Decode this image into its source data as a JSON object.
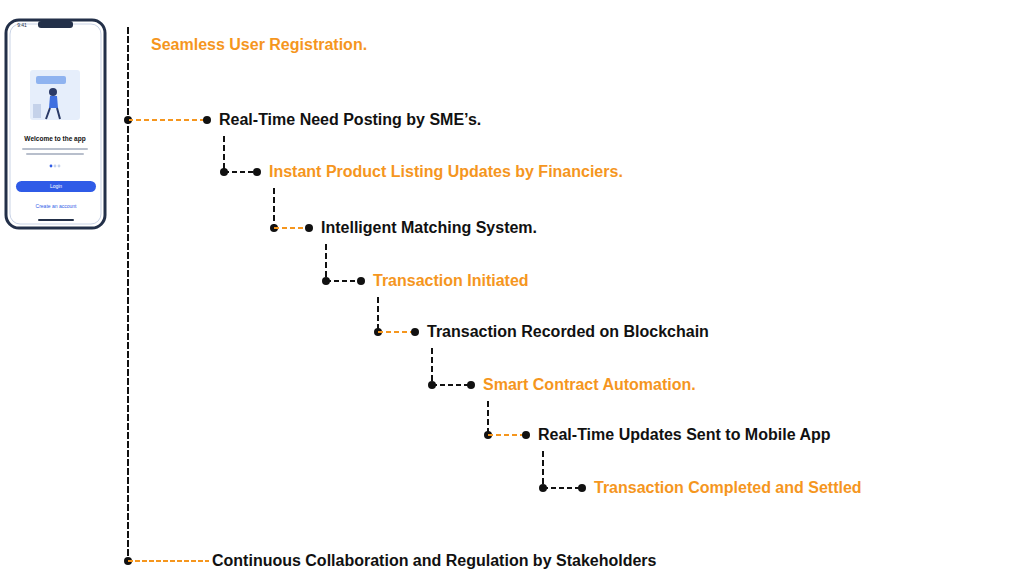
{
  "diagram": {
    "nodes": [
      {
        "text": [
          "Seamless User Registration."
        ]
      },
      {
        "text": [
          "Real-Time Need Posting by SME’s."
        ]
      },
      {
        "text": [
          "Instant Product Listing Updates by Financiers."
        ]
      },
      {
        "text": [
          "Intelligent Matching System."
        ]
      },
      {
        "text": [
          "Transaction Initiated"
        ]
      },
      {
        "text": [
          "Transaction Recorded on Blockchain"
        ]
      },
      {
        "text": [
          "Smart Contract Automation."
        ]
      },
      {
        "text": [
          "Real-Time Updates Sent to Mobile App"
        ]
      },
      {
        "text": [
          "Transaction Completed and Settled"
        ]
      },
      {
        "text": [
          "Continuous Collaboration and Regulation by Stakeholders"
        ]
      }
    ],
    "edges": [
      {
        "from": 0,
        "to": 1,
        "arrow": "none"
      },
      {
        "from": 1,
        "to": 2,
        "arrow": "none"
      },
      {
        "from": 2,
        "to": 3,
        "arrow": "none"
      },
      {
        "from": 3,
        "to": 4,
        "arrow": "none"
      },
      {
        "from": 4,
        "to": 5,
        "arrow": "none"
      },
      {
        "from": 5,
        "to": 6,
        "arrow": "none"
      },
      {
        "from": 6,
        "to": 7,
        "arrow": "none"
      },
      {
        "from": 7,
        "to": 8,
        "arrow": "none"
      },
      {
        "from": 0,
        "to": 9,
        "arrow": "none"
      }
    ],
    "labels": [
      "9:41",
      "Welcome to the app",
      "Login",
      "Create an account"
    ]
  }
}
